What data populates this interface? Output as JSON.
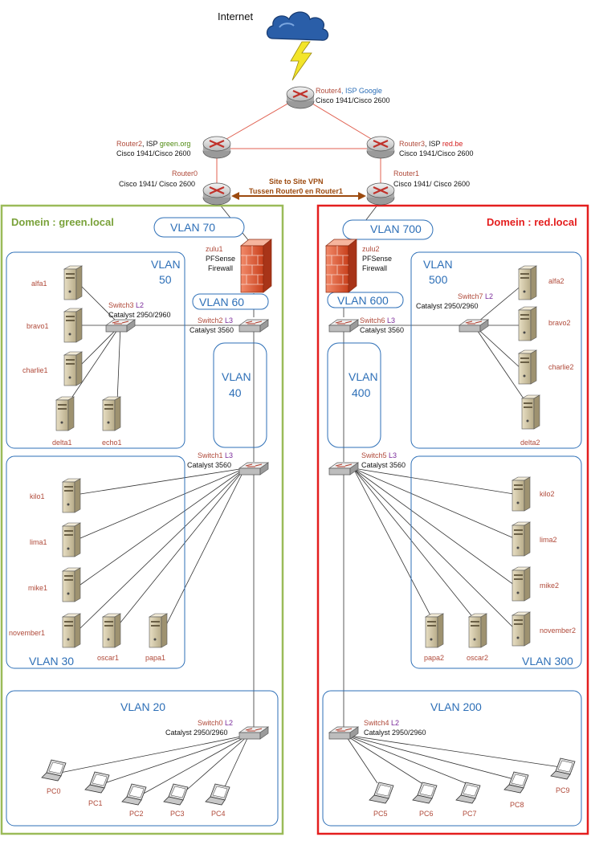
{
  "internet": "Internet",
  "routers": {
    "r4": {
      "name": "Router4",
      "isp_prefix": ", ISP ",
      "isp": "Google",
      "model": "Cisco 1941/Cisco 2600"
    },
    "r2": {
      "name": "Router2",
      "isp_prefix": ", ISP ",
      "isp": "green.org",
      "model": "Cisco 1941/Cisco 2600"
    },
    "r3": {
      "name": "Router3",
      "isp_prefix": ", ISP ",
      "isp": "red.be",
      "model": "Cisco 1941/Cisco 2600"
    },
    "r0": {
      "name": "Router0",
      "model": "Cisco 1941/ Cisco 2600"
    },
    "r1": {
      "name": "Router1",
      "model": "Cisco 1941/ Cisco 2600"
    }
  },
  "vpn": {
    "line1": "Site to Site VPN",
    "line2": "Tussen Router0 en Router1"
  },
  "domains": {
    "green": "Domein : green.local",
    "red": "Domein : red.local"
  },
  "firewalls": {
    "zulu1": {
      "name": "zulu1",
      "l2": "PFSense",
      "l3": "Firewall"
    },
    "zulu2": {
      "name": "zulu2",
      "l2": "PFSense",
      "l3": "Firewall"
    }
  },
  "switches": {
    "sw3": {
      "name": "Switch3",
      "layer": "L2",
      "model": "Catalyst 2950/2960"
    },
    "sw2": {
      "name": "Switch2",
      "layer": "L3",
      "model": "Catalyst 3560"
    },
    "sw1": {
      "name": "Switch1",
      "layer": "L3",
      "model": "Catalyst 3560"
    },
    "sw0": {
      "name": "Switch0",
      "layer": "L2",
      "model": "Catalyst 2950/2960"
    },
    "sw7": {
      "name": "Switch7",
      "layer": "L2",
      "model": "Catalyst 2950/2960"
    },
    "sw6": {
      "name": "Switch6",
      "layer": "L3",
      "model": "Catalyst 3560"
    },
    "sw5": {
      "name": "Switch5",
      "layer": "L3",
      "model": "Catalyst 3560"
    },
    "sw4": {
      "name": "Switch4",
      "layer": "L2",
      "model": "Catalyst 2950/2960"
    }
  },
  "vlans": {
    "v70": "VLAN 70",
    "v60": "VLAN 60",
    "v50a": "VLAN",
    "v50b": "50",
    "v40a": "VLAN",
    "v40b": "40",
    "v30": "VLAN 30",
    "v20": "VLAN 20",
    "v700": "VLAN 700",
    "v600": "VLAN 600",
    "v500a": "VLAN",
    "v500b": "500",
    "v400a": "VLAN",
    "v400b": "400",
    "v300": "VLAN 300",
    "v200": "VLAN 200"
  },
  "servers": {
    "alfa1": "alfa1",
    "bravo1": "bravo1",
    "charlie1": "charlie1",
    "delta1": "delta1",
    "echo1": "echo1",
    "kilo1": "kilo1",
    "lima1": "lima1",
    "mike1": "mike1",
    "november1": "november1",
    "oscar1": "oscar1",
    "papa1": "papa1",
    "alfa2": "alfa2",
    "bravo2": "bravo2",
    "charlie2": "charlie2",
    "delta2": "delta2",
    "kilo2": "kilo2",
    "lima2": "lima2",
    "mike2": "mike2",
    "november2": "november2",
    "papa2": "papa2",
    "oscar2": "oscar2"
  },
  "pcs": {
    "pc0": "PC0",
    "pc1": "PC1",
    "pc2": "PC2",
    "pc3": "PC3",
    "pc4": "PC4",
    "pc5": "PC5",
    "pc6": "PC6",
    "pc7": "PC7",
    "pc8": "PC8",
    "pc9": "PC9"
  },
  "colors": {
    "green_domain": "#9bbb59",
    "red_domain": "#e41e1e",
    "vlan_blue": "#2d6fb7",
    "label_red": "#b04a3a",
    "isp_green": "#4f8a10",
    "isp_blue": "#2d6fb7",
    "isp_red": "#d42020",
    "vpn_brown": "#9c4a0f"
  },
  "icons": {
    "cloud": "cloud-icon",
    "lightning": "lightning-icon",
    "router": "router-icon",
    "switch": "switch-icon",
    "firewall": "firewall-icon",
    "server": "server-icon",
    "laptop": "laptop-icon"
  }
}
